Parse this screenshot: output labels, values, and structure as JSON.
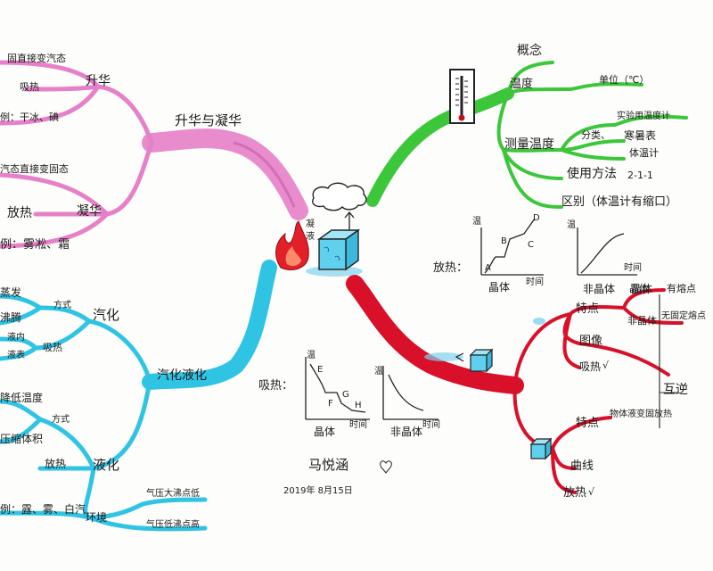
{
  "colors": {
    "pink": "#e680c8",
    "green": "#3cc63a",
    "cyan": "#2fc4e4",
    "red": "#d8102a",
    "ink": "#1b1b1b"
  },
  "icons": [
    "thermometer-icon",
    "cloud-icon",
    "flame-icon",
    "ice-cube-icon"
  ],
  "sublimation": {
    "title": "升华与凝华",
    "sublimate": {
      "label": "升华",
      "definition": "固直接变汽态",
      "heat": "吸热",
      "example": "例：干冰、碘"
    },
    "desublimate": {
      "label": "凝华",
      "definition": "汽态直接变固态",
      "heat": "放热",
      "example": "例：雾凇、霜"
    }
  },
  "temperature": {
    "concept": "概念",
    "degree": "温度",
    "unit": "单位（℃）",
    "measure": "测量温度",
    "types": "分类、",
    "type_items": [
      "实验用温度计",
      "寒暑表",
      "体温计"
    ],
    "usage": "使用方法",
    "usage_note": "2-1-1",
    "difference": "区别（体温计有缩口）"
  },
  "vaporization": {
    "title": "汽化液化",
    "vapor": {
      "label": "汽化",
      "modes_label": "方式",
      "modes": [
        "蒸发",
        "沸腾"
      ],
      "heat": "吸热",
      "notes": [
        "液内",
        "液表"
      ]
    },
    "liquid": {
      "label": "液化",
      "modes_label": "方式",
      "modes": [
        "降低温度",
        "压缩体积"
      ],
      "heat": "放热",
      "env_label": "环境",
      "env_examples": "例：露、雾、白汽",
      "env_notes": [
        "气压大沸点低",
        "气压低沸点高"
      ]
    }
  },
  "melting": {
    "character": "特点",
    "character_items": [
      "晶体",
      "非晶体"
    ],
    "note_top": "有熔点",
    "note_mid": "无固定熔点",
    "image": "图像",
    "absorb": "吸热",
    "absorb_mark": "√",
    "freeze_character": "特点",
    "freeze_note": "物体液变固放热",
    "curve": "曲线",
    "release": "放热",
    "release_mark": "√",
    "reverse": "互逆"
  },
  "graphs": {
    "release_heat": "放热：",
    "absorb_heat": "吸热：",
    "wen": "温",
    "time": "时间",
    "crystal": "晶体",
    "noncrystal": "非晶体",
    "points": [
      "A",
      "B",
      "C",
      "D",
      "E",
      "F",
      "G",
      "H"
    ]
  },
  "center": {
    "label_a": "凝",
    "label_b": "液"
  },
  "signature": {
    "name": "马悦涵",
    "date": "2019年 8月15日"
  }
}
